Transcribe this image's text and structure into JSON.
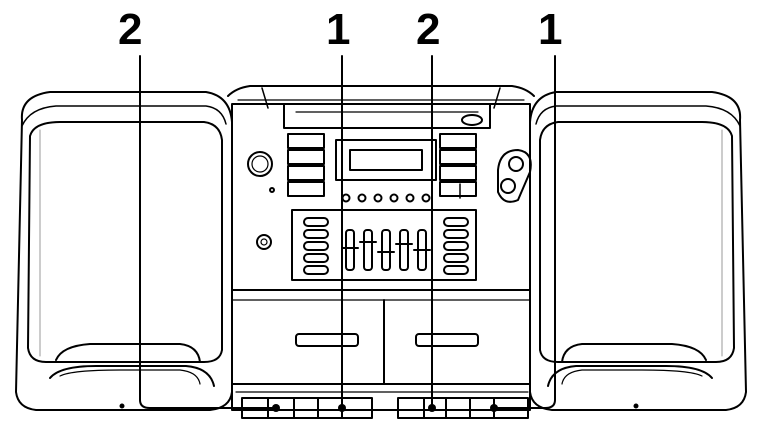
{
  "callouts": {
    "left_button_group": "2",
    "left_button_group_second": "1",
    "right_button_group": "2",
    "right_button_group_second": "1"
  },
  "colors": {
    "line": "#000000",
    "body_fill": "#ffffff",
    "shade": "#d8d8d8"
  },
  "icons": [
    "boombox-illustration",
    "speaker-left-icon",
    "speaker-right-icon",
    "cassette-deck-icon",
    "cd-player-icon",
    "equalizer-icon"
  ]
}
